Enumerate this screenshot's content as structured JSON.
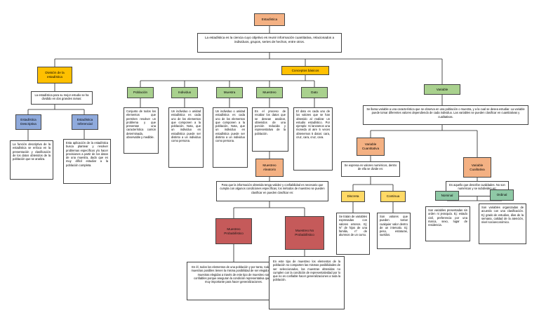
{
  "title": "Estadística",
  "definition": "La estadística es la ciencia cuyo objetivo es reunir información cuantitativa, relacionados a individuos, grupos, series de hechos, entre otros.",
  "division": {
    "label": "División de la estadística",
    "text": "La estadística para su mejor estudio se ha dividido en dos grandes ramas:",
    "descriptiva": {
      "label": "Estadística Descriptiva",
      "text": "La función descriptiva de la estadística se enfoca en la presentación y clasificación de los datos obtenidos de la población que se analiza."
    },
    "inferencial": {
      "label": "Estadística Inferencial",
      "text": "Esta aplicación de la estadística busca plantear y resolver problemas específicos y/o hacer previsiones a partir de los datos de una muestra, dado que es muy difícil estudiar a la población completa."
    }
  },
  "conceptos": {
    "label": "Conceptos básicos",
    "poblacion": {
      "label": "Población",
      "text": "Conjunto de todos los elementos que permiten resolver un problema y que presentan una característica común determinada, observable y medible."
    },
    "individuo": {
      "label": "Individuo",
      "text": "Un individuo o unidad estadística es cada uno de los elementos que componen a la población. Nota, que un individuo en estadística puede ser distinto a un individuo como persona."
    },
    "muestra": {
      "label": "Muestra",
      "text": "Un individuo o unidad estadística es cada uno de los elementos que componen a la población. Nota, que un individuo en estadística puede ser distinto a un individuo como persona."
    },
    "muestreo": {
      "label": "Muestreo",
      "text": "Es el proceso de recabar los datos que se desean analizar, obtenidos de una porción reducida y representativa de la población."
    },
    "dato": {
      "label": "Dato",
      "text": "El dato es cada uno de los valores que se han obtenido al realizar un estudio estadístico. Por ejemplo: Si lanzamos una moneda al aire 5 veces obtenemos 5 datos: cara, cruz, cara, cruz, cara."
    }
  },
  "muestreo_aleatorio": {
    "label": "Muestreo Aleatorio",
    "text": "Para que la información obtenida tenga validez y confiabilidad es necesario que cumpla con algunos condiciones específicas, los métodos de muestreo se pueden clasificar en pueden clasificar en:",
    "probabilistico": {
      "label": "Muestreo Probabilístico",
      "text": "En él, todos los elementos de una población y por tanto, todas las muestras posibles tienen la misma posibilidad de ser elegidos. Las muestras elegidas a través de este tipo de muestreo son confiables porque aseguran la condición representativa que es muy importante para hacer generalizaciones."
    },
    "no_probabilistico": {
      "label": "Muestreo No Probabilístico",
      "text": "En este tipo de muestreo los elementos de la población no comparten las mismas posibilidades de ser seleccionados, las muestras obtenidas no cumplen con la condición de representatividad por lo que no es confiable hacer generalizaciones a toda la población."
    }
  },
  "variable": {
    "label": "Variable",
    "text": "Se llama variable a una característica que se observa en una población o muestra, y a la cual se desea estudiar. La variable puede tomar diferentes valores dependiendo de cada individuo. Las variables se pueden clasificar en cuantitativas y cualitativas.",
    "cuantitativa": {
      "label": "Variable Cuantitativa",
      "text": "Se expresa en valores numéricos, dentro de ella se divide en:",
      "discreta": {
        "label": "Discreta",
        "text": "Se tratan de variables expresadas con valores enteros. Ej: N° de hijos de una familia, n° de alumnos de un curso."
      },
      "continua": {
        "label": "Continua",
        "text": "Son valores que pueden tomar cualquier valor dentro de un intervalo. Ej: peso, estaturas, sueldos."
      }
    },
    "cualitativa": {
      "label": "Variable Cualitativa",
      "text": "Es aquello que describe cualidades. No son numéricas y se subdividen en:",
      "nominal": {
        "label": "Nominal",
        "text": "Son variables presentadas sin orden ni jerarquía. Ej: estado civil, preferencia por una marca, sexo, lugar de residencia."
      },
      "ordinal": {
        "label": "Ordinal",
        "text": "Son variables organizadas de acuerdo con una clasificación. Ej: grado de estudios, días de la semana, calidad de la atención, nivel socioeconómico."
      }
    }
  },
  "colors": {
    "title": "#f4b183",
    "branch": "#ffc000",
    "concept": "#a9d18e",
    "division": "#8faadc",
    "sampling": "#c55a5a",
    "qualitative_child": "#8fc9a6",
    "quantitative_child": "#ffd966"
  }
}
